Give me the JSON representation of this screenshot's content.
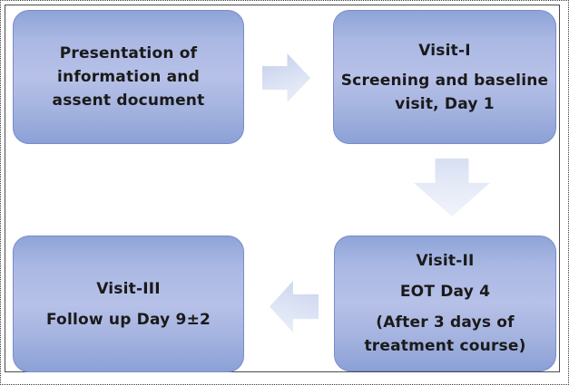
{
  "figure": {
    "type": "flowchart",
    "description": "Study visit schedule flow diagram"
  },
  "palette": {
    "box_fill_top": "#8ea4d8",
    "box_fill_middle": "#b7c1e8",
    "box_fill_bottom": "#8ba1d6",
    "box_border": "#7b8bcb",
    "arrow_fill_dark": "#c9d2ee",
    "arrow_fill_light": "#f0f3fb",
    "text": "#1a1a1a",
    "frame_border": "#4a4a4a"
  },
  "flow": {
    "boxes": [
      {
        "name": "consent",
        "lines": [
          "Presentation of",
          "information and",
          "assent document"
        ]
      },
      {
        "name": "visit1",
        "title": "Visit-I",
        "lines": [
          "Screening and baseline",
          "visit, Day 1"
        ]
      },
      {
        "name": "visit2",
        "title": "Visit-II",
        "subtitle": "EOT Day 4",
        "lines": [
          "(After 3 days of",
          "treatment course)"
        ]
      },
      {
        "name": "visit3",
        "title": "Visit-III",
        "lines": [
          "Follow up Day 9±2"
        ]
      }
    ],
    "arrows": [
      {
        "name": "arrow-right",
        "direction": "right",
        "from": "consent",
        "to": "visit1"
      },
      {
        "name": "arrow-down",
        "direction": "down",
        "from": "visit1",
        "to": "visit2"
      },
      {
        "name": "arrow-left",
        "direction": "left",
        "from": "visit2",
        "to": "visit3"
      }
    ]
  }
}
